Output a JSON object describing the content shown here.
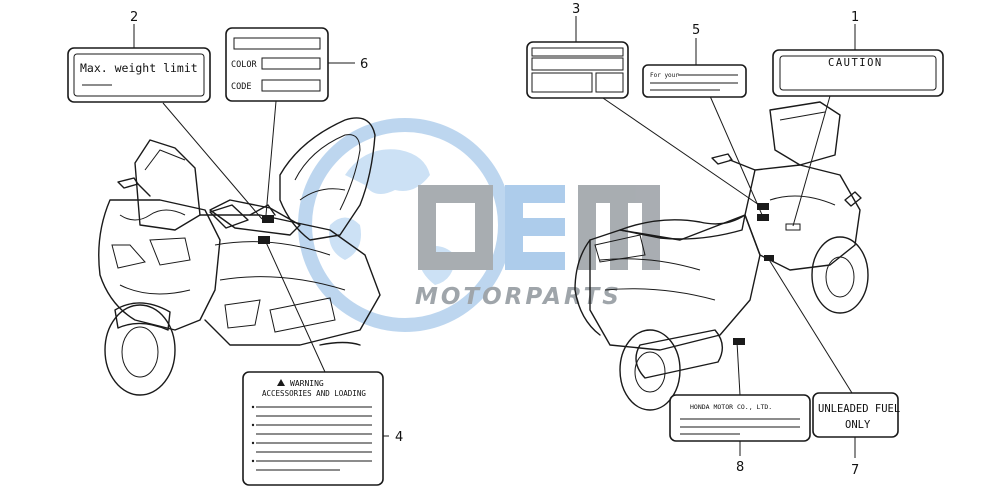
{
  "colors": {
    "line": "#1a1a1a",
    "watermark_grey": "#9a9fa4",
    "watermark_blue": "#9fc4e8",
    "watermark_text": "#8f969c"
  },
  "watermark": {
    "brand": "OEM",
    "tagline": "MOTORPARTS"
  },
  "callouts": [
    "1",
    "2",
    "3",
    "4",
    "5",
    "6",
    "7",
    "8"
  ],
  "labels": {
    "caution": "CAUTION",
    "max_weight": "Max. weight limit",
    "color": "COLOR",
    "code": "CODE",
    "for_your": "For your",
    "warning_title": "WARNING",
    "warning_subtitle": "ACCESSORIES AND LOADING",
    "maker": "HONDA MOTOR CO., LTD.",
    "fuel_line1": "UNLEADED FUEL",
    "fuel_line2": "ONLY"
  }
}
